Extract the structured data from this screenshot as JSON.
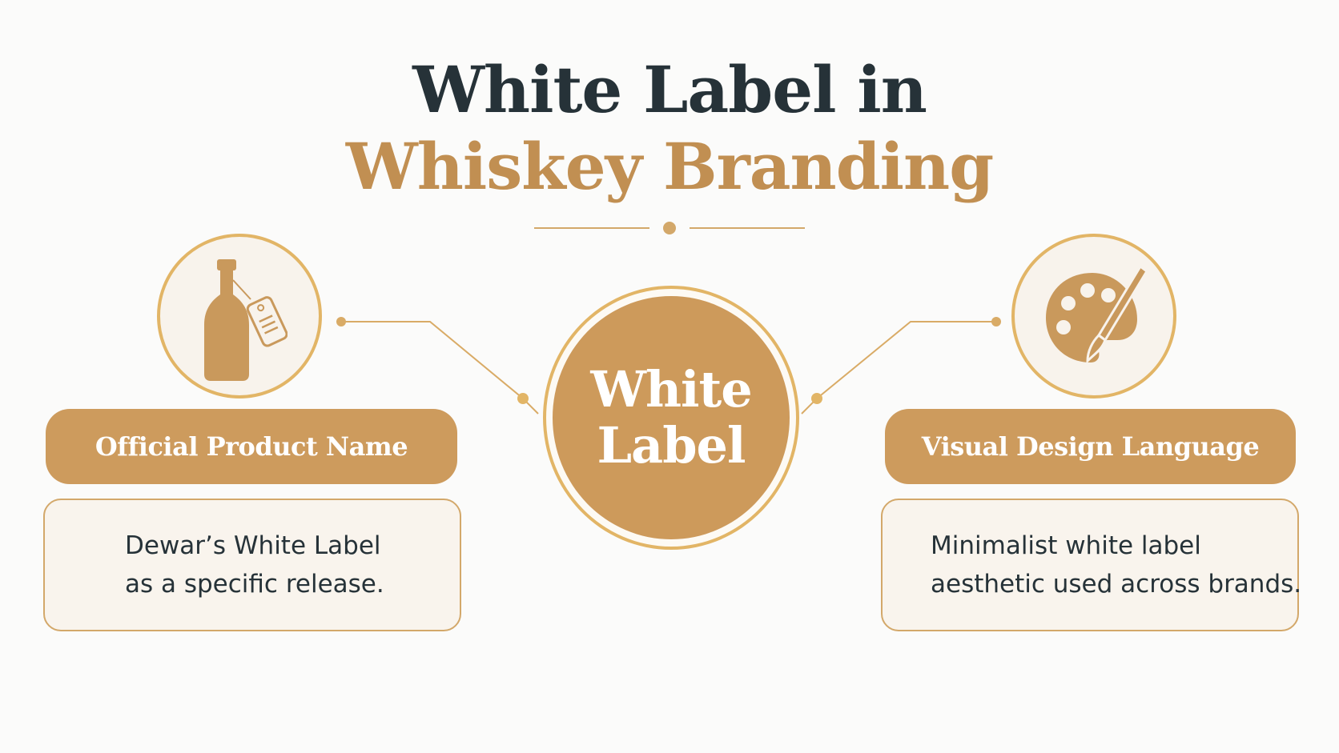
{
  "title": {
    "line1": "White Label in",
    "line2": "Whiskey Branding"
  },
  "center": {
    "line1": "White",
    "line2": "Label"
  },
  "left": {
    "icon": "bottle-with-tag-icon",
    "heading": "Official Product Name",
    "description": [
      "Dewar’s White Label",
      "as a specific release."
    ]
  },
  "right": {
    "icon": "palette-and-brush-icon",
    "heading": "Visual Design Language",
    "description": [
      "Minimalist white label",
      "aesthetic used across brands."
    ]
  },
  "colors": {
    "dark": "#263238",
    "gold": "#c18f52",
    "accent": "#e2b566",
    "panel": "#f9f4ed"
  }
}
